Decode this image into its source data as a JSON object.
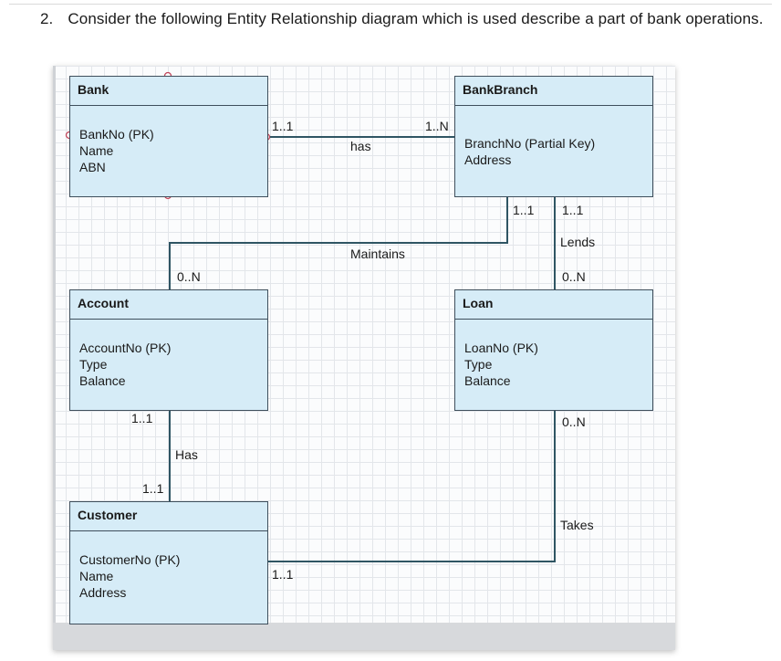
{
  "question": {
    "number": "2.",
    "text": "Consider the following Entity Relationship diagram which is used describe a part of bank operations."
  },
  "entities": {
    "bank": {
      "name": "Bank",
      "attributes": [
        "BankNo (PK)",
        "Name",
        "ABN"
      ]
    },
    "bankbranch": {
      "name": "BankBranch",
      "attributes": [
        "BranchNo (Partial Key)",
        "Address"
      ]
    },
    "account": {
      "name": "Account",
      "attributes": [
        "AccountNo (PK)",
        "Type",
        "Balance"
      ]
    },
    "loan": {
      "name": "Loan",
      "attributes": [
        "LoanNo (PK)",
        "Type",
        "Balance"
      ]
    },
    "customer": {
      "name": "Customer",
      "attributes": [
        "CustomerNo (PK)",
        "Name",
        "Address"
      ]
    }
  },
  "relationships": {
    "has_bank_branch": {
      "name": "has",
      "card_bank": "1..1",
      "card_branch": "1..N"
    },
    "maintains": {
      "name": "Maintains",
      "card_branch": "1..1",
      "card_account": "0..N"
    },
    "lends": {
      "name": "Lends",
      "card_branch": "1..1",
      "card_loan": "0..N"
    },
    "has_account_customer": {
      "name": "Has",
      "card_account": "1..1",
      "card_customer": "1..1"
    },
    "takes": {
      "name": "Takes",
      "card_loan": "0..N",
      "card_customer": "1..1"
    }
  },
  "colors": {
    "entity_fill": "#d6ecf7",
    "line": "#2f5563",
    "border": "#3f4f5c"
  }
}
